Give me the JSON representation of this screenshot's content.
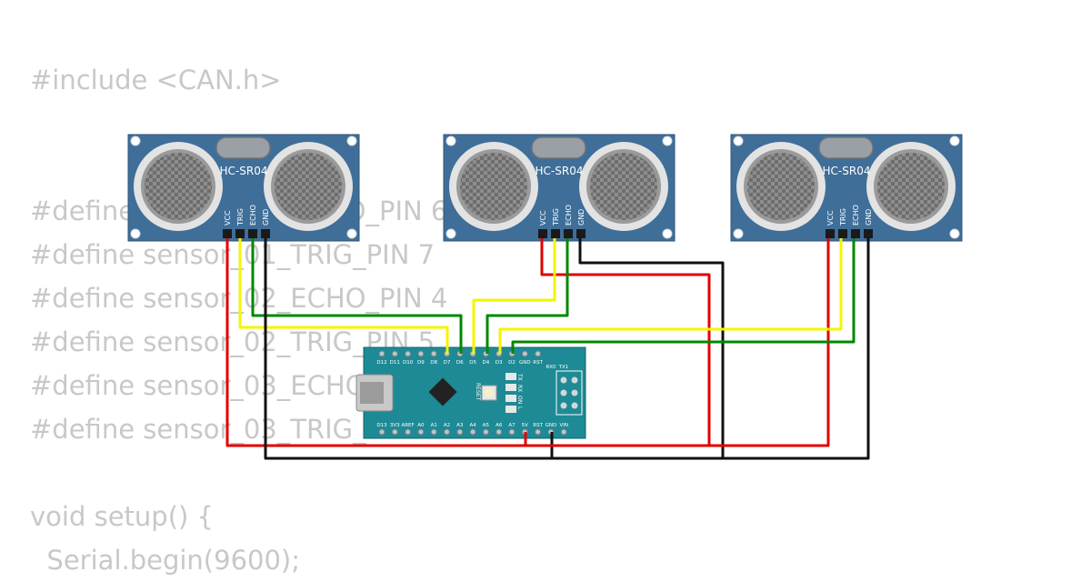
{
  "code_lines": [
    "#include <CAN.h>",
    "",
    "",
    "#define sensor_01_ECHO_PIN 6",
    "#define sensor_01_TRIG_PIN 7",
    "#define sensor_02_ECHO_PIN 4",
    "#define sensor_02_TRIG_PIN 5",
    "#define sensor_03_ECHO_PIN 2",
    "#define sensor_03_TRIG_PIN 3",
    "",
    "void setup() {",
    "  Serial.begin(9600);"
  ],
  "sensors": [
    {
      "model": "HC-SR04",
      "pins": [
        "VCC",
        "TRIG",
        "ECHO",
        "GND"
      ]
    },
    {
      "model": "HC-SR04",
      "pins": [
        "VCC",
        "TRIG",
        "ECHO",
        "GND"
      ]
    },
    {
      "model": "HC-SR04",
      "pins": [
        "VCC",
        "TRIG",
        "ECHO",
        "GND"
      ]
    }
  ],
  "arduino": {
    "top_pins": [
      "D12",
      "D11",
      "D10",
      "D9",
      "D8",
      "D7",
      "D6",
      "D5",
      "D4",
      "D3",
      "D2",
      "GND",
      "RST",
      "RX0",
      "TX1"
    ],
    "bottom_pins": [
      "D13",
      "3V3",
      "AREF",
      "A0",
      "A1",
      "A2",
      "A3",
      "A4",
      "A5",
      "A6",
      "A7",
      "5V",
      "RST",
      "GND",
      "VIN"
    ],
    "reset_label": "RESET",
    "led_labels": [
      "TX",
      "RX",
      "ON",
      "L"
    ]
  },
  "wire_colors": {
    "vcc": "#e00000",
    "trig": "#f5f500",
    "echo": "#008800",
    "gnd": "#111111"
  },
  "pcb_colors": {
    "sensor": "#3f6e99",
    "arduino": "#1e8a95"
  }
}
